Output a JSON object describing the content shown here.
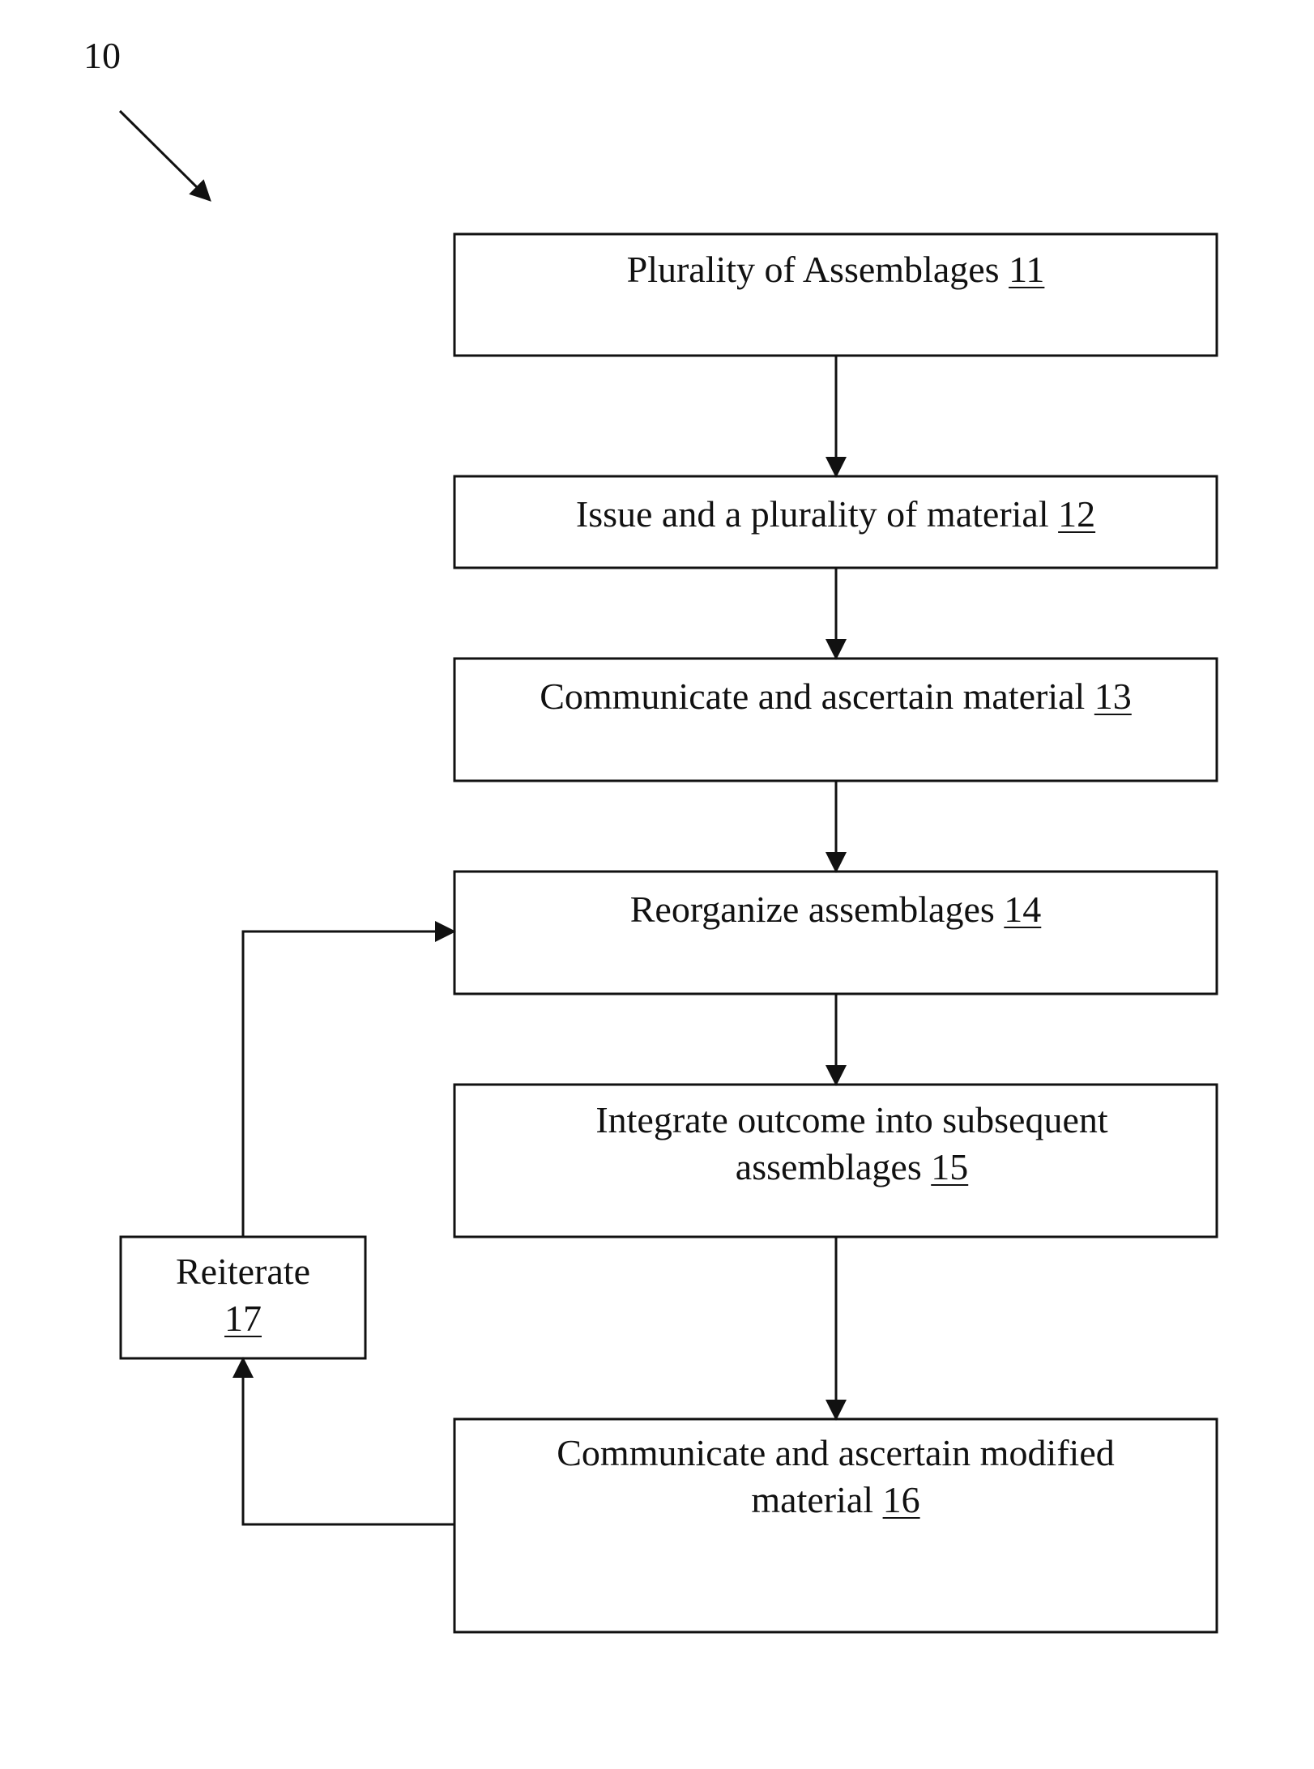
{
  "figure": {
    "number": "10"
  },
  "steps": [
    {
      "id": "11",
      "text": "Plurality of Assemblages",
      "ref": "11"
    },
    {
      "id": "12",
      "text": "Issue and a plurality of material",
      "ref": "12"
    },
    {
      "id": "13",
      "text": "Communicate and ascertain material",
      "ref": "13"
    },
    {
      "id": "14",
      "text": "Reorganize assemblages",
      "ref": "14"
    },
    {
      "id": "15",
      "text_line1": "Integrate outcome into subsequent",
      "text_line2": "assemblages",
      "ref": "15"
    },
    {
      "id": "16",
      "text_line1": "Communicate and ascertain modified",
      "text_line2": "material",
      "ref": "16"
    },
    {
      "id": "17",
      "text": "Reiterate",
      "ref": "17"
    }
  ],
  "edges": [
    {
      "from": "11",
      "to": "12"
    },
    {
      "from": "12",
      "to": "13"
    },
    {
      "from": "13",
      "to": "14"
    },
    {
      "from": "14",
      "to": "15"
    },
    {
      "from": "15",
      "to": "16"
    },
    {
      "from": "16",
      "to": "17"
    },
    {
      "from": "17",
      "to": "14"
    }
  ]
}
